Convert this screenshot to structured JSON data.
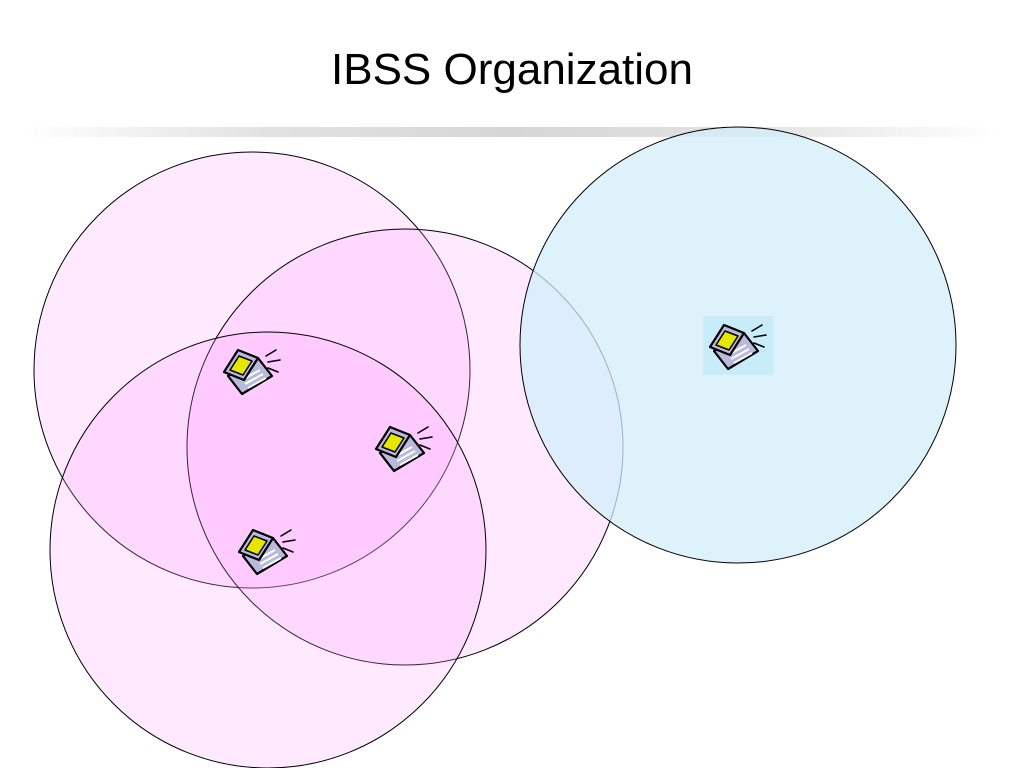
{
  "slide": {
    "title": "IBSS Organization"
  },
  "diagram": {
    "colors": {
      "ibss_group_fill": "#ff99ff",
      "isolated_ibss_fill": "#ddf2fc",
      "isolated_station_highlight": "#c9ecfb",
      "circle_stroke": "#000000",
      "laptop_body": "#b9b9dc",
      "laptop_screen": "#e6e600"
    },
    "coverage_areas": [
      {
        "name": "coverage-area-1",
        "group": "overlapping"
      },
      {
        "name": "coverage-area-2",
        "group": "overlapping"
      },
      {
        "name": "coverage-area-3",
        "group": "overlapping"
      },
      {
        "name": "coverage-area-4",
        "group": "isolated"
      }
    ],
    "stations": [
      {
        "name": "laptop-icon-1",
        "icon": "laptop-icon"
      },
      {
        "name": "laptop-icon-2",
        "icon": "laptop-icon"
      },
      {
        "name": "laptop-icon-3",
        "icon": "laptop-icon"
      },
      {
        "name": "laptop-icon-4",
        "icon": "laptop-icon"
      }
    ]
  }
}
